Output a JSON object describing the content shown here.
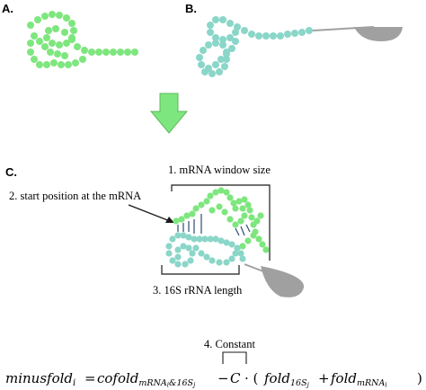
{
  "panels": {
    "a": "A.",
    "b": "B.",
    "c": "C."
  },
  "annotations": {
    "window_size": "1. mRNA window size",
    "start_position": "2. start position at the mRNA",
    "rrna_length": "3. 16S rRNA length",
    "constant": "4. Constant"
  },
  "equation": {
    "lhs": "minusfold",
    "lhs_sub": "i",
    "cofold": "cofold",
    "cofold_sub_a": "mRNA",
    "cofold_sub_a_i": "i",
    "cofold_sub_amp": "&16S",
    "cofold_sub_j": "j",
    "constant": "C",
    "fold1": "fold",
    "fold1_sub": "16S",
    "fold1_sub_j": "j",
    "fold2": "fold",
    "fold2_sub": "mRNA",
    "fold2_sub_i": "i"
  },
  "colors": {
    "mrna_bead": "#7ee67e",
    "rrna_bead": "#8ad6c8",
    "ribosome": "#a0a0a0",
    "arrow_fill": "#7ee67e",
    "arrow_stroke": "#5db85d"
  },
  "icons": {
    "ribosome": "ribosome-shape",
    "flow": "down-arrow"
  }
}
